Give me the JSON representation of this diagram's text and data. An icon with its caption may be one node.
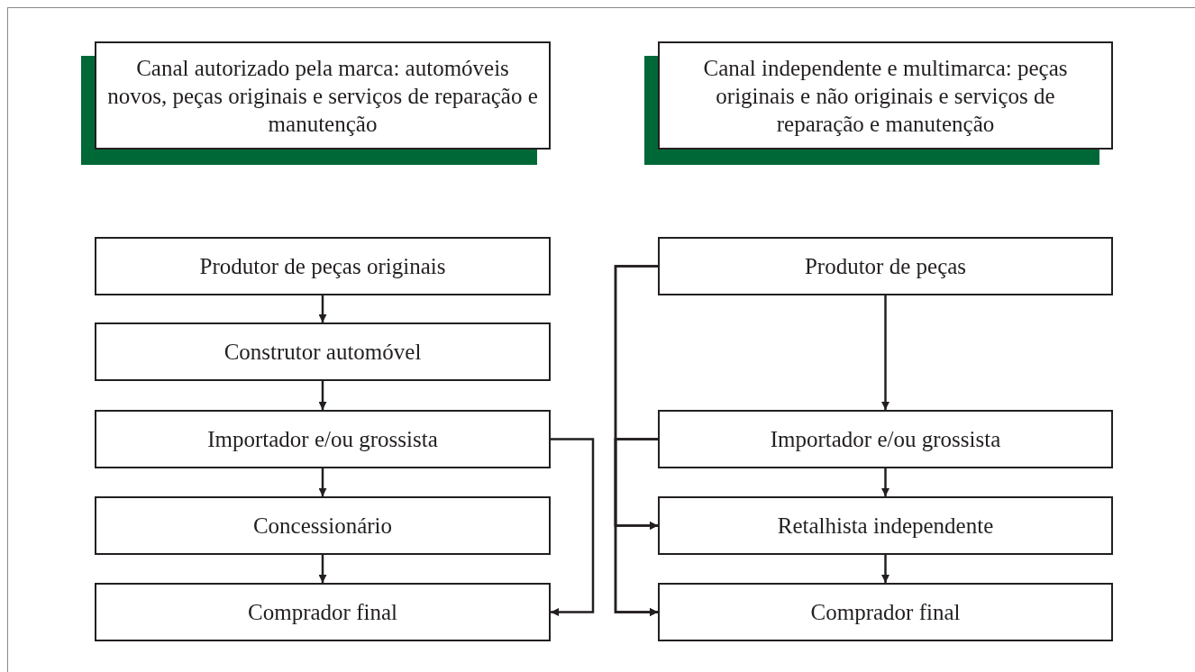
{
  "diagram": {
    "nodes": [
      {
        "text": [
          "Canal autorizado pela marca: automóveis novos, peças originais e serviços de reparação e manutenção"
        ]
      },
      {
        "text": [
          "Canal independente e multimarca: peças originais e não originais e serviços de reparação e manutenção"
        ]
      },
      {
        "text": [
          "Produtor de peças originais"
        ]
      },
      {
        "text": [
          "Construtor automóvel"
        ]
      },
      {
        "text": [
          "Importador e/ou grossista"
        ]
      },
      {
        "text": [
          "Concessionário"
        ]
      },
      {
        "text": [
          "Comprador final"
        ]
      },
      {
        "text": [
          "Produtor de peças"
        ]
      },
      {
        "text": [
          "Importador e/ou grossista"
        ]
      },
      {
        "text": [
          "Retalhista independente"
        ]
      },
      {
        "text": [
          "Comprador final"
        ]
      }
    ],
    "edges": [
      {
        "from": 2,
        "to": 3,
        "arrow": "to"
      },
      {
        "from": 3,
        "to": 4,
        "arrow": "to"
      },
      {
        "from": 4,
        "to": 5,
        "arrow": "to"
      },
      {
        "from": 5,
        "to": 6,
        "arrow": "to"
      },
      {
        "from": 4,
        "to": 6,
        "arrow": "to"
      },
      {
        "from": 7,
        "to": 8,
        "arrow": "to"
      },
      {
        "from": 8,
        "to": 9,
        "arrow": "to"
      },
      {
        "from": 9,
        "to": 10,
        "arrow": "to"
      },
      {
        "from": 7,
        "to": 9,
        "arrow": "to"
      },
      {
        "from": 7,
        "to": 10,
        "arrow": "to"
      },
      {
        "from": 8,
        "to": 9,
        "arrow": "to"
      },
      {
        "from": 8,
        "to": 10,
        "arrow": "to"
      }
    ]
  }
}
